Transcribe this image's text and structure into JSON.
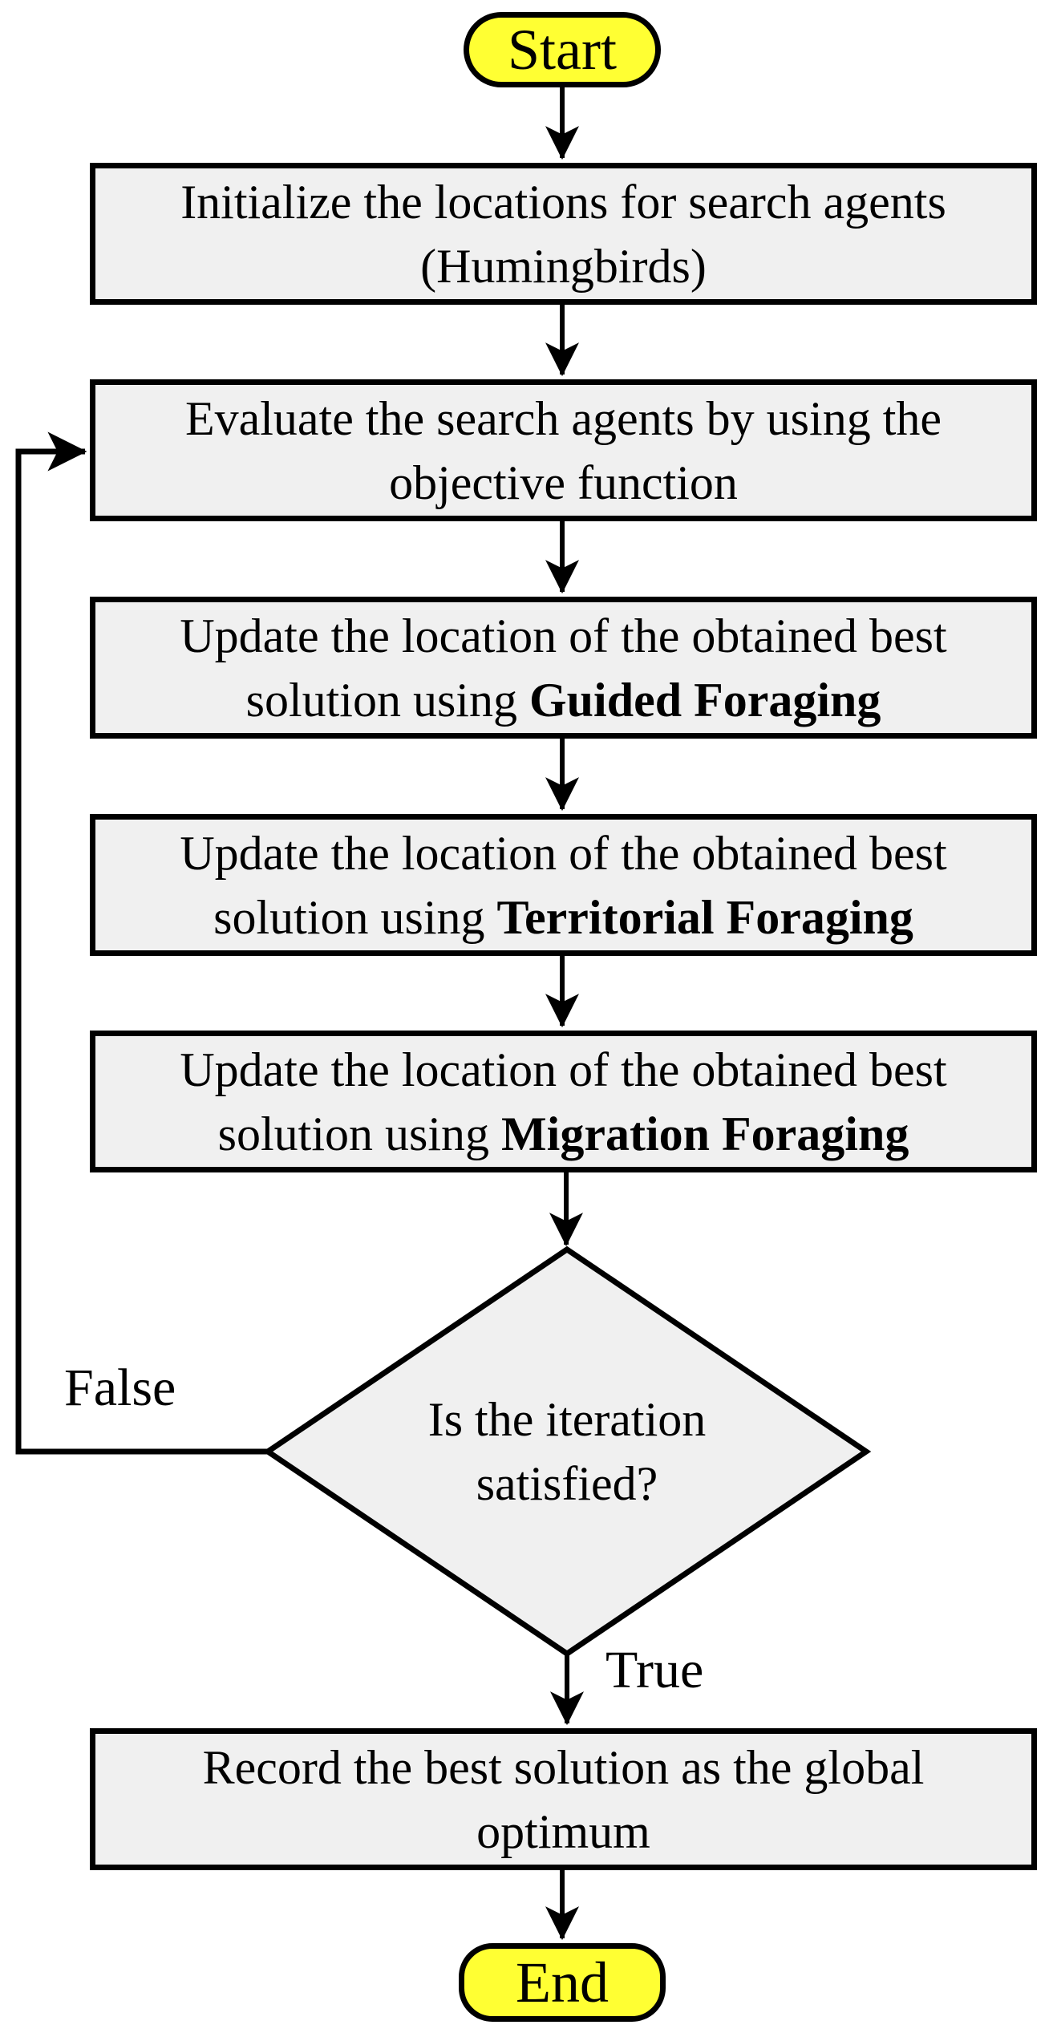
{
  "flowchart": {
    "terminals": {
      "start": "Start",
      "end": "End"
    },
    "boxes": [
      {
        "id": "initialize",
        "line1": "Initialize the locations for search agents",
        "line2": "(Humingbirds)"
      },
      {
        "id": "evaluate",
        "line1": "Evaluate the search agents by using the",
        "line2": "objective function"
      },
      {
        "id": "guided",
        "line1": "Update the location of the obtained best",
        "line2_prefix": "solution using ",
        "line2_bold": "Guided Foraging"
      },
      {
        "id": "territorial",
        "line1": "Update the location of the obtained best",
        "line2_prefix": "solution using ",
        "line2_bold": "Territorial Foraging"
      },
      {
        "id": "migration",
        "line1": "Update the location of the obtained best",
        "line2_prefix": "solution using ",
        "line2_bold": "Migration Foraging"
      },
      {
        "id": "record",
        "line1": "Record the best solution as the global",
        "line2": "optimum"
      }
    ],
    "decision": {
      "line1": "Is the iteration",
      "line2": "satisfied?"
    },
    "edge_labels": {
      "false_label": "False",
      "true_label": "True"
    },
    "colors": {
      "terminal_fill": "#FFFF33",
      "process_fill": "#F0F0F0",
      "decision_fill": "#F0F0F0",
      "stroke": "#000000",
      "background": "#FFFFFF"
    }
  }
}
